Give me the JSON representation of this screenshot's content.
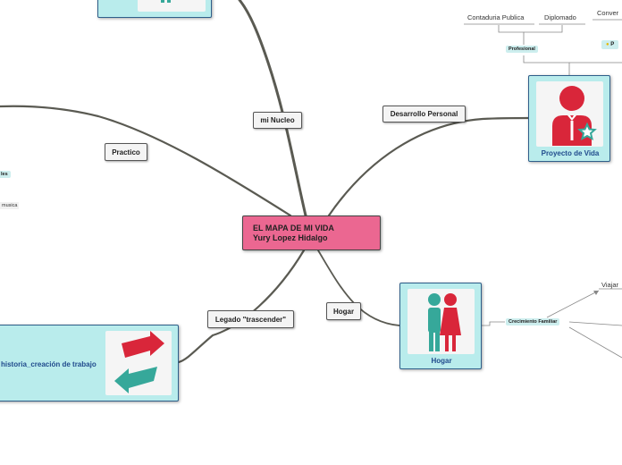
{
  "central": {
    "line1": "EL MAPA DE MI VIDA",
    "line2": "Yury Lopez Hidalgo"
  },
  "branches": {
    "mi_nucleo": "mi Nucleo",
    "practico": "Practico",
    "desarrollo_personal": "Desarrollo Personal",
    "legado": "Legado \"trascender\"",
    "hogar": "Hogar"
  },
  "cards": {
    "proyecto_vida": "Proyecto de Vida",
    "hogar": "Hogar",
    "historia": "historia_creación de trabajo"
  },
  "subtopics": {
    "profesional": "Profesional",
    "contaduria": "Contaduria Publica",
    "diplomado": "Diplomado",
    "conver": "Conver",
    "idea_tag": "P",
    "crecimiento": "Crecimiento Familiar",
    "viajar": "Viajar",
    "left_tag": "les",
    "musica": "musica"
  },
  "colors": {
    "central": "#eb6791",
    "card": "#b9ecec",
    "line": "#5a5a52",
    "accent_red": "#d9263a",
    "accent_teal": "#36a89a"
  }
}
